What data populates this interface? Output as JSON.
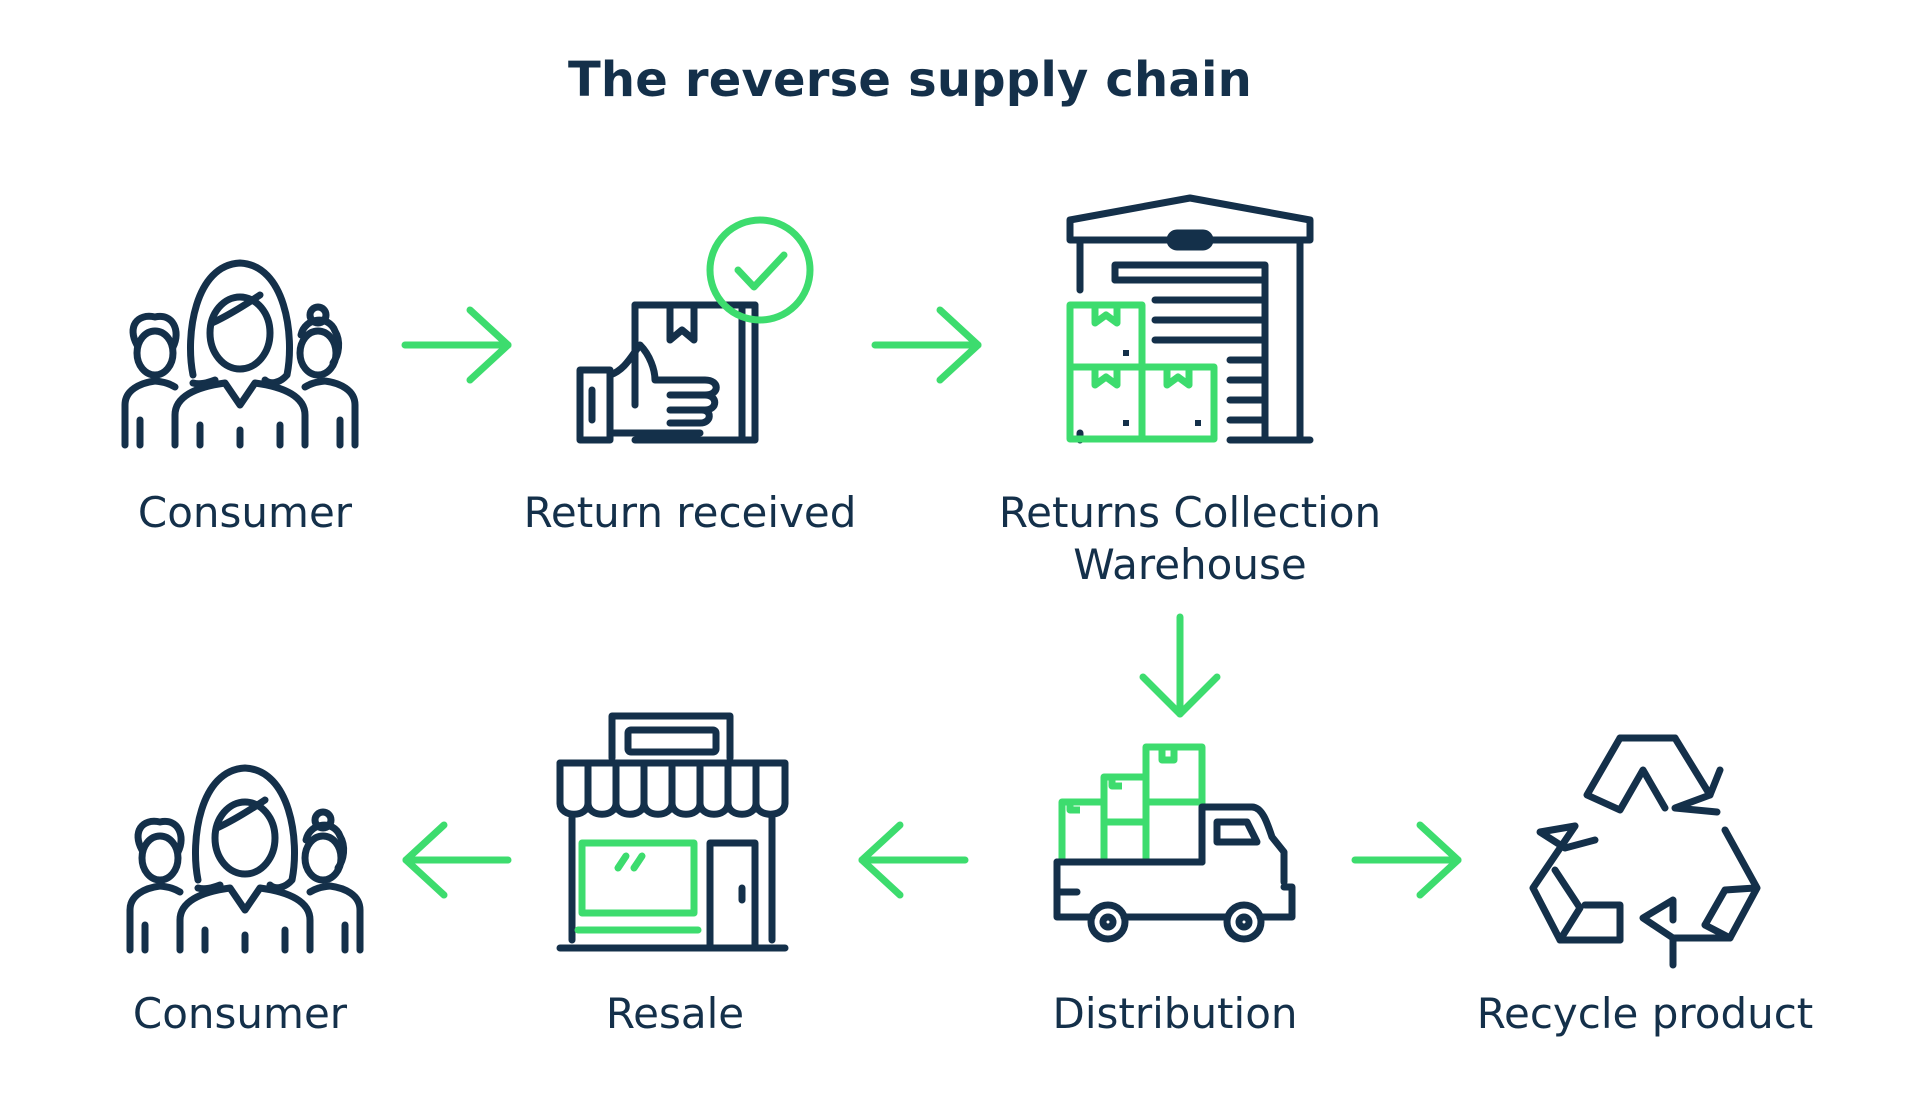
{
  "title": "The reverse supply chain",
  "colors": {
    "navy": "#14304a",
    "green": "#3ddc6e"
  },
  "nodes": {
    "consumer_top": {
      "label": "Consumer",
      "icon": "people-group-icon"
    },
    "return_received": {
      "label": "Return received",
      "icon": "hand-box-checkmark-icon"
    },
    "returns_warehouse": {
      "label_line1": "Returns Collection",
      "label_line2": "Warehouse",
      "icon": "warehouse-icon"
    },
    "distribution": {
      "label": "Distribution",
      "icon": "delivery-truck-icon"
    },
    "resale": {
      "label": "Resale",
      "icon": "storefront-icon"
    },
    "consumer_bottom": {
      "label": "Consumer",
      "icon": "people-group-icon"
    },
    "recycle": {
      "label": "Recycle product",
      "icon": "recycle-icon"
    }
  },
  "arrows": [
    {
      "from": "Consumer",
      "to": "Return received",
      "direction": "right"
    },
    {
      "from": "Return received",
      "to": "Returns Collection Warehouse",
      "direction": "right"
    },
    {
      "from": "Returns Collection Warehouse",
      "to": "Distribution",
      "direction": "down"
    },
    {
      "from": "Distribution",
      "to": "Resale",
      "direction": "left"
    },
    {
      "from": "Resale",
      "to": "Consumer",
      "direction": "left"
    },
    {
      "from": "Distribution",
      "to": "Recycle product",
      "direction": "right"
    }
  ]
}
